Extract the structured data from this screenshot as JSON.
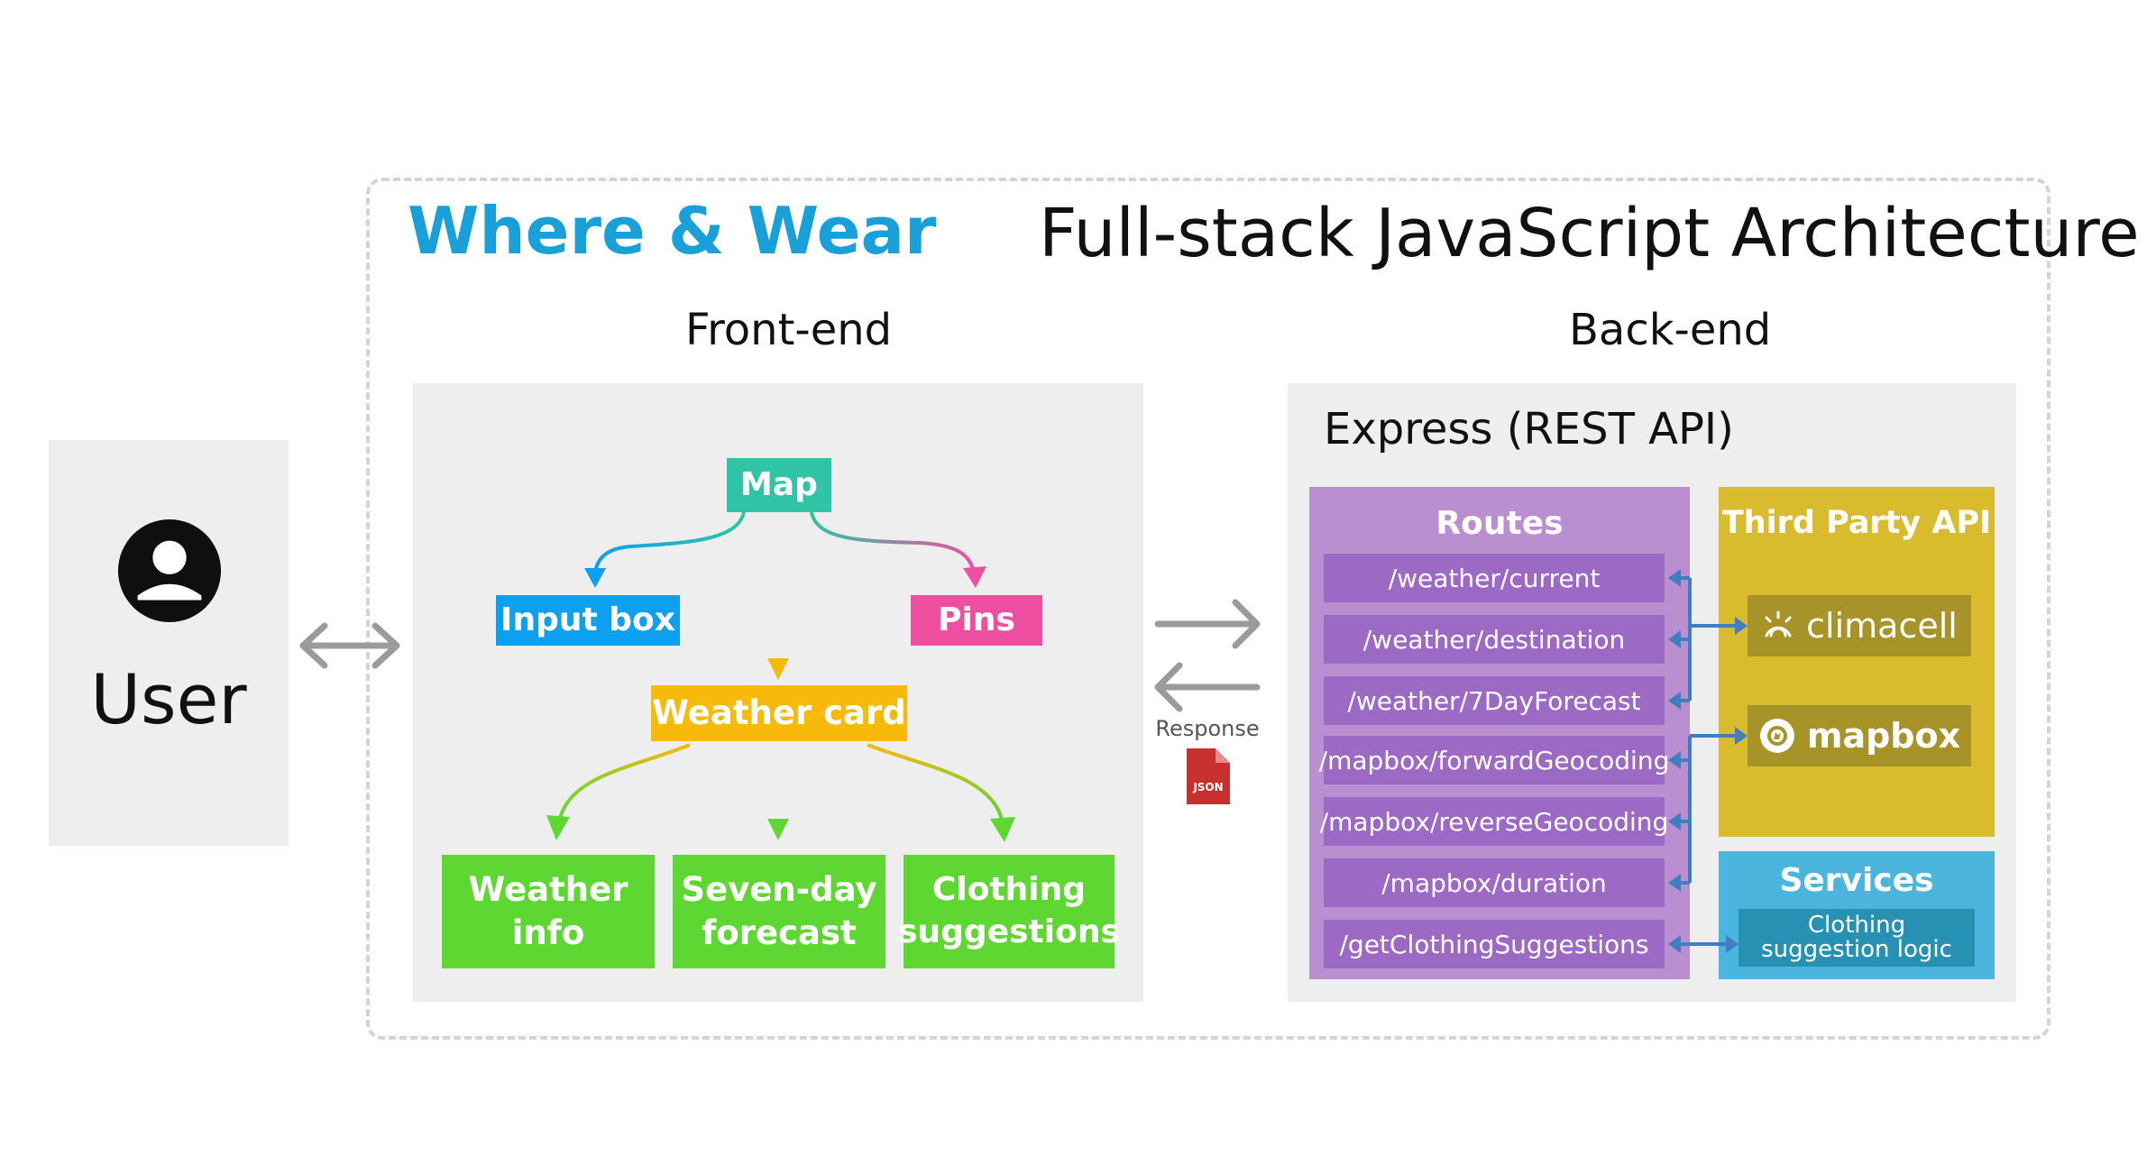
{
  "header": {
    "brand": "Where & Wear",
    "title": "Full-stack JavaScript Architecture"
  },
  "user": {
    "label": "User",
    "icon": "user-avatar-icon"
  },
  "frontend": {
    "label": "Front-end",
    "nodes": {
      "map": "Map",
      "input_box": "Input box",
      "pins": "Pins",
      "weather_card": "Weather card",
      "weather_info": [
        "Weather",
        "info"
      ],
      "seven_day": [
        "Seven-day",
        "forecast"
      ],
      "clothing": [
        "Clothing",
        "suggestions"
      ]
    }
  },
  "middle": {
    "response_label": "Response",
    "json_label": "JSON"
  },
  "backend": {
    "label": "Back-end",
    "express_label": "Express (REST API)",
    "routes_title": "Routes",
    "routes": [
      "/weather/current",
      "/weather/destination",
      "/weather/7DayForecast",
      "/mapbox/forwardGeocoding",
      "/mapbox/reverseGeocoding",
      "/mapbox/duration",
      "/getClothingSuggestions"
    ],
    "third_party_title": "Third Party API",
    "third_party": [
      {
        "name": "climacell",
        "icon": "climacell-logo-icon"
      },
      {
        "name": "mapbox",
        "icon": "mapbox-logo-icon"
      }
    ],
    "services_title": "Services",
    "services": [
      "Clothing",
      "suggestion logic"
    ]
  },
  "colors": {
    "brand": "#1aa0d8",
    "map": "#2ec4a5",
    "input_box": "#0d9ff0",
    "pins": "#ef4fa0",
    "weather_card": "#f7b90a",
    "green": "#5ed732",
    "routes_panel": "#b98fd1",
    "route": "#9c69c4",
    "third_party_panel": "#d8bc2d",
    "third_party_item": "#a79327",
    "services_panel": "#4cb5de",
    "services_item": "#2791b4",
    "connector": "#3f7ec0",
    "json_icon": "#c8302e"
  }
}
